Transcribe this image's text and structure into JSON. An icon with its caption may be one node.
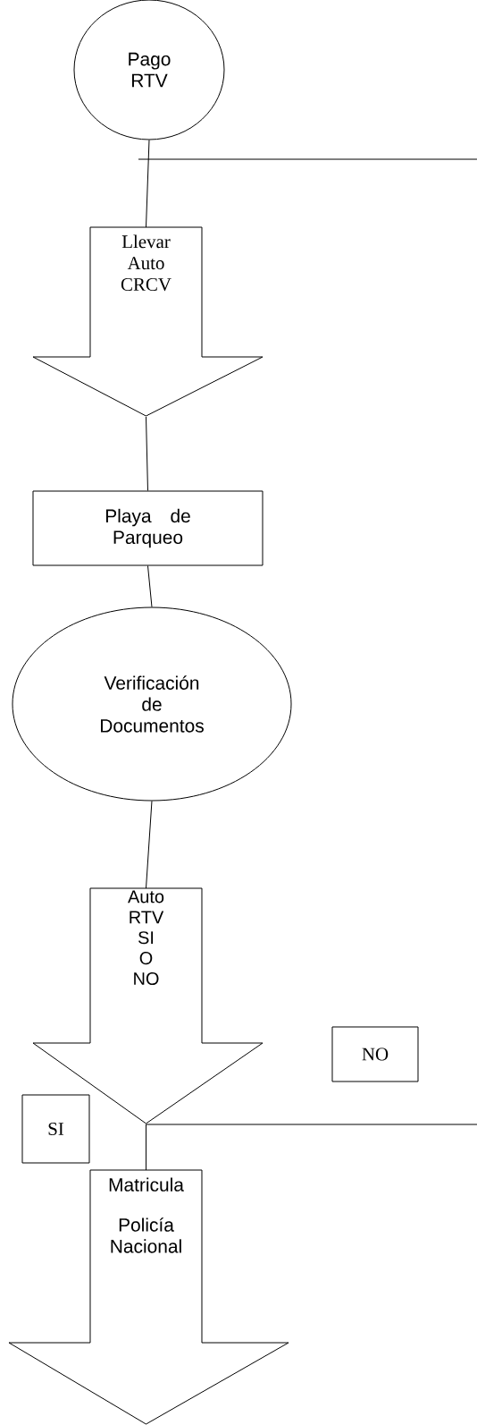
{
  "diagram": {
    "nodes": [
      {
        "text": [
          "Pago RTV"
        ]
      },
      {
        "text": [
          "Llevar Auto CRCV"
        ]
      },
      {
        "text": [
          "Playa de Parqueo"
        ]
      },
      {
        "text": [
          "Verificación de Documentos"
        ]
      },
      {
        "text": [
          "Auto RTV SI O NO"
        ]
      },
      {
        "text": [
          "NO"
        ]
      },
      {
        "text": [
          "SI"
        ]
      },
      {
        "text": [
          "Matricula",
          "Policía Nacional"
        ]
      }
    ],
    "edges": [
      {
        "from": 0,
        "to": 1,
        "arrow": "none"
      },
      {
        "from": 1,
        "to": 2,
        "arrow": "none"
      },
      {
        "from": 2,
        "to": 3,
        "arrow": "none"
      },
      {
        "from": 3,
        "to": 4,
        "arrow": "none"
      },
      {
        "from": 4,
        "to": 7,
        "arrow": "none"
      },
      {
        "from": 4,
        "to": null,
        "arrow": "none"
      }
    ]
  }
}
